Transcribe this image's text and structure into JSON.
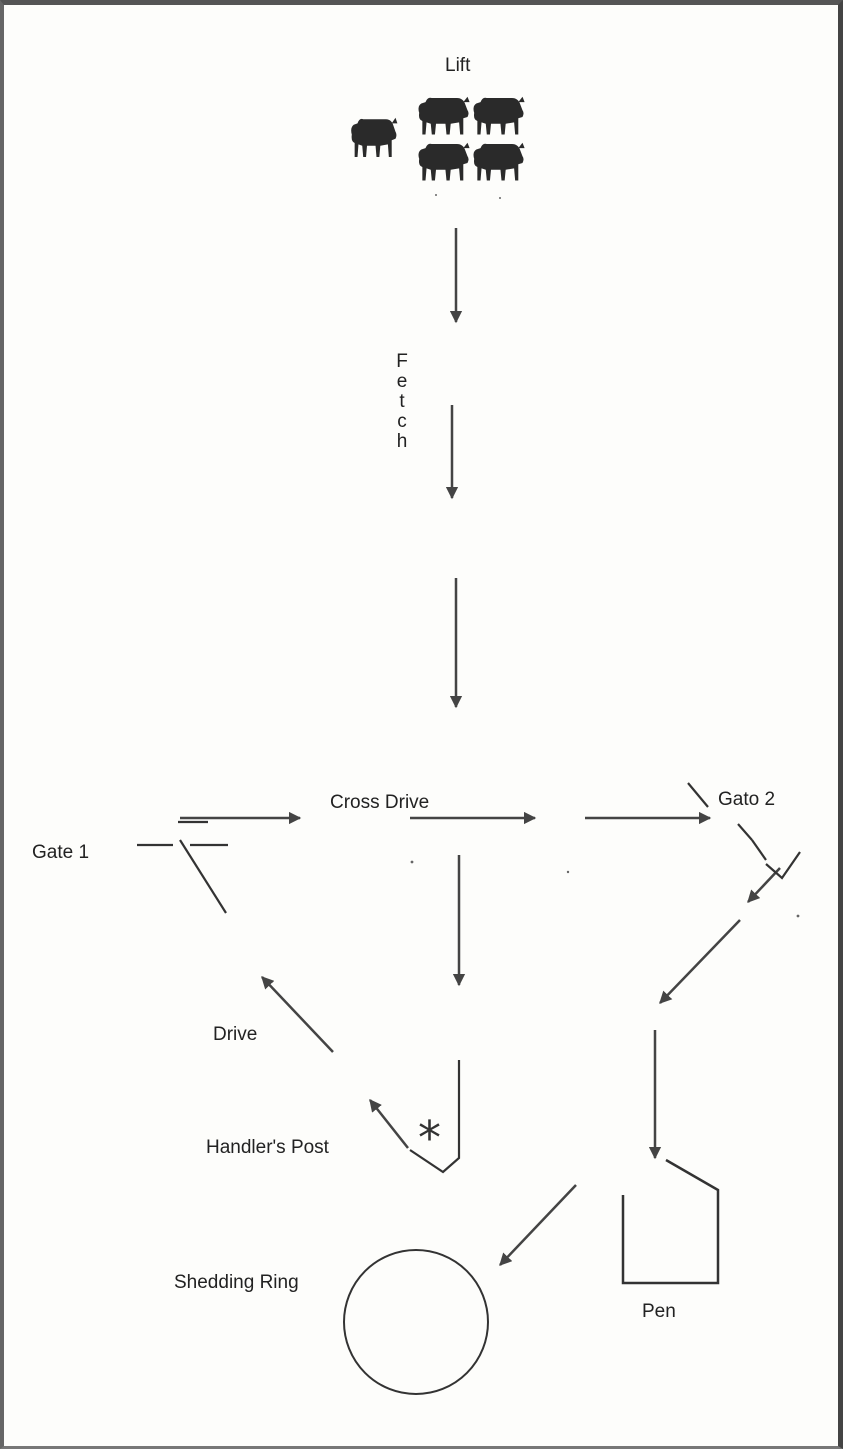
{
  "labels": {
    "lift": "Lift",
    "fetch": "Fetch",
    "cross_drive": "Cross Drive",
    "gate1": "Gate 1",
    "gate2": "Gato 2",
    "drive": "Drive",
    "handlers_post": "Handler's Post",
    "shedding_ring": "Shedding Ring",
    "pen": "Pen",
    "post_marker": "*"
  },
  "icons": {
    "sheep": "sheep-icon"
  },
  "colors": {
    "ink": "#222222",
    "arrow": "#444444",
    "sheep": "#2a2a2a"
  }
}
